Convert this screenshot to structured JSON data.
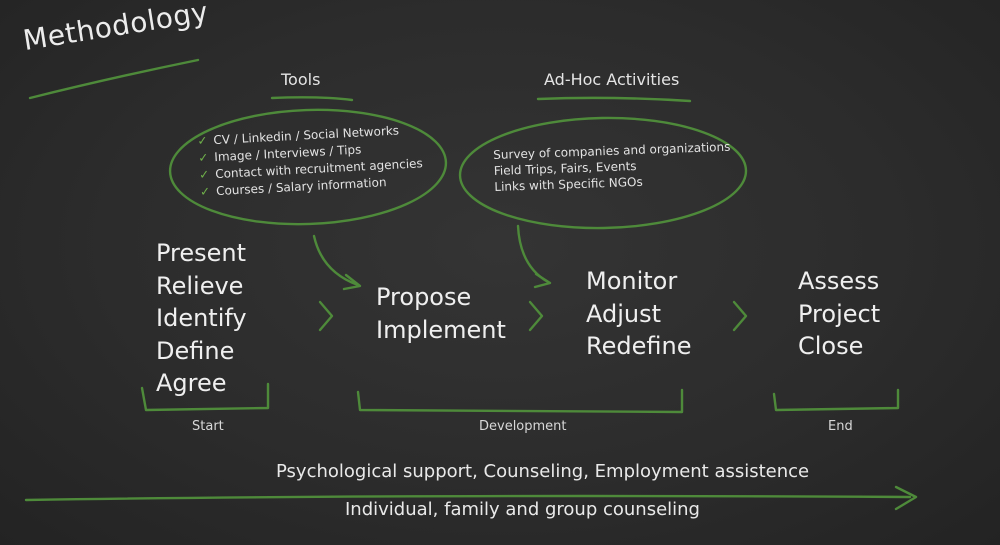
{
  "title": "Methodology",
  "tools": {
    "heading": "Tools",
    "items": [
      "CV / Linkedin / Social Networks",
      "Image / Interviews / Tips",
      "Contact with recruitment agencies",
      "Courses / Salary information"
    ]
  },
  "adhoc": {
    "heading": "Ad-Hoc Activities",
    "items": [
      "Survey of companies and organizations",
      "Field Trips, Fairs, Events",
      "Links with Specific NGOs"
    ]
  },
  "stages": [
    {
      "lines": [
        "Present",
        "Relieve",
        "Identify",
        "Define",
        "Agree"
      ]
    },
    {
      "lines": [
        "Propose",
        "Implement"
      ]
    },
    {
      "lines": [
        "Monitor",
        "Adjust",
        "Redefine"
      ]
    },
    {
      "lines": [
        "Assess",
        "Project",
        "Close"
      ]
    }
  ],
  "phases": {
    "start": "Start",
    "development": "Development",
    "end": "End"
  },
  "bottom": {
    "line1": "Psychological support, Counseling, Employment assistence",
    "line2": "Individual, family and group counseling"
  },
  "colors": {
    "accent": "#4e8a3a",
    "chalk": "#ececec",
    "board": "#2c2c2c"
  }
}
